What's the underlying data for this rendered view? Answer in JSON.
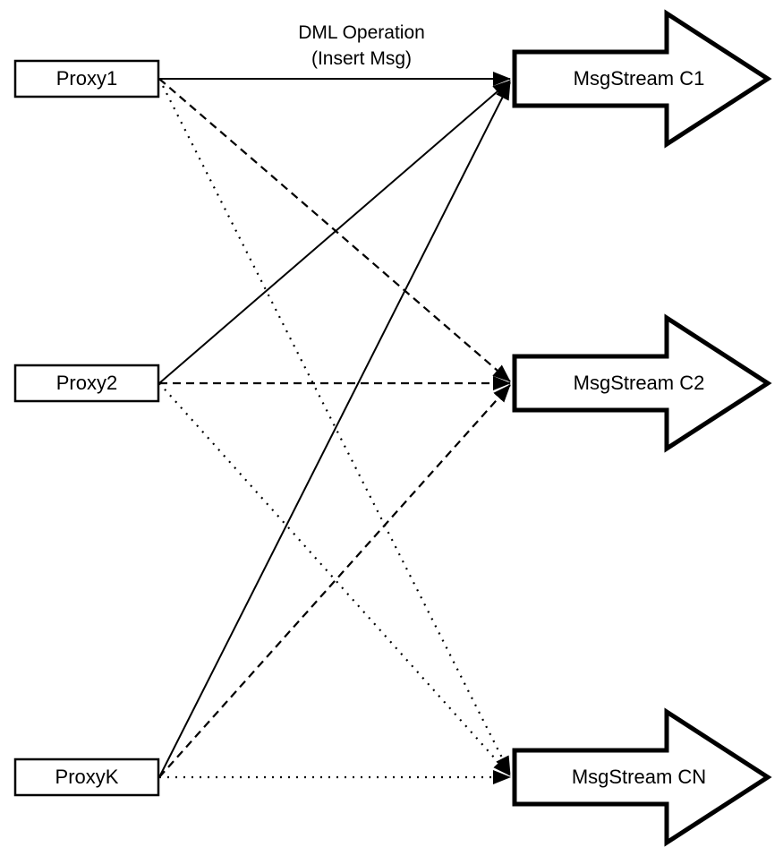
{
  "diagram": {
    "colors": {
      "background": "#ffffff",
      "stroke": "#000000",
      "shape_fill": "#ffffff"
    },
    "annotation": {
      "line1": "DML Operation",
      "line2": "(Insert Msg)"
    },
    "proxies": [
      {
        "label": "Proxy1"
      },
      {
        "label": "Proxy2"
      },
      {
        "label": "ProxyK"
      }
    ],
    "streams": [
      {
        "label": "MsgStream C1",
        "incoming_line_style": "solid"
      },
      {
        "label": "MsgStream C2",
        "incoming_line_style": "dashed"
      },
      {
        "label": "MsgStream CN",
        "incoming_line_style": "dotted"
      }
    ]
  }
}
